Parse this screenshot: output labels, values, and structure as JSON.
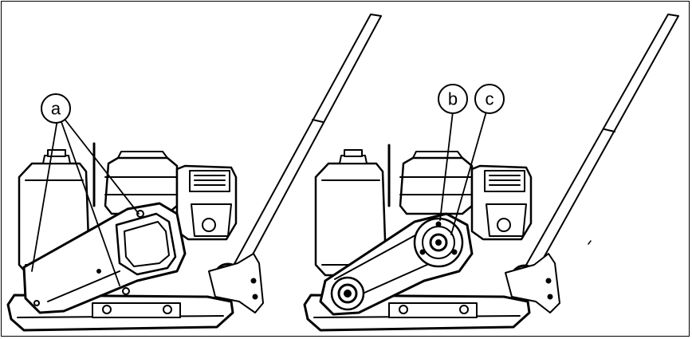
{
  "callouts": {
    "a": "a",
    "b": "b",
    "c": "c"
  },
  "colors": {
    "line": "#000000",
    "background": "#ffffff"
  }
}
